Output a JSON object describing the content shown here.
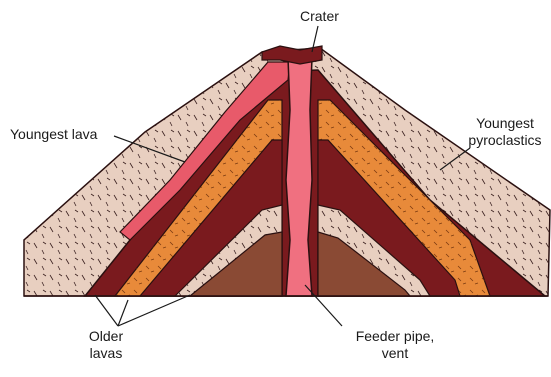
{
  "labels": {
    "crater": "Crater",
    "youngest_lava": "Youngest lava",
    "youngest_pyroclastics_line1": "Youngest",
    "youngest_pyroclastics_line2": "pyroclastics",
    "older_lavas_line1": "Older",
    "older_lavas_line2": "lavas",
    "feeder_line1": "Feeder pipe,",
    "feeder_line2": "vent"
  },
  "colors": {
    "pyroclastics": "#e8cfc0",
    "older_lava_dark": "#7a1a1e",
    "tephra_orange": "#e88a3a",
    "youngest_lava": "#e85a6a",
    "feeder_pipe": "#f07080",
    "core_brown": "#8a4a34",
    "outline": "#2a1010"
  }
}
